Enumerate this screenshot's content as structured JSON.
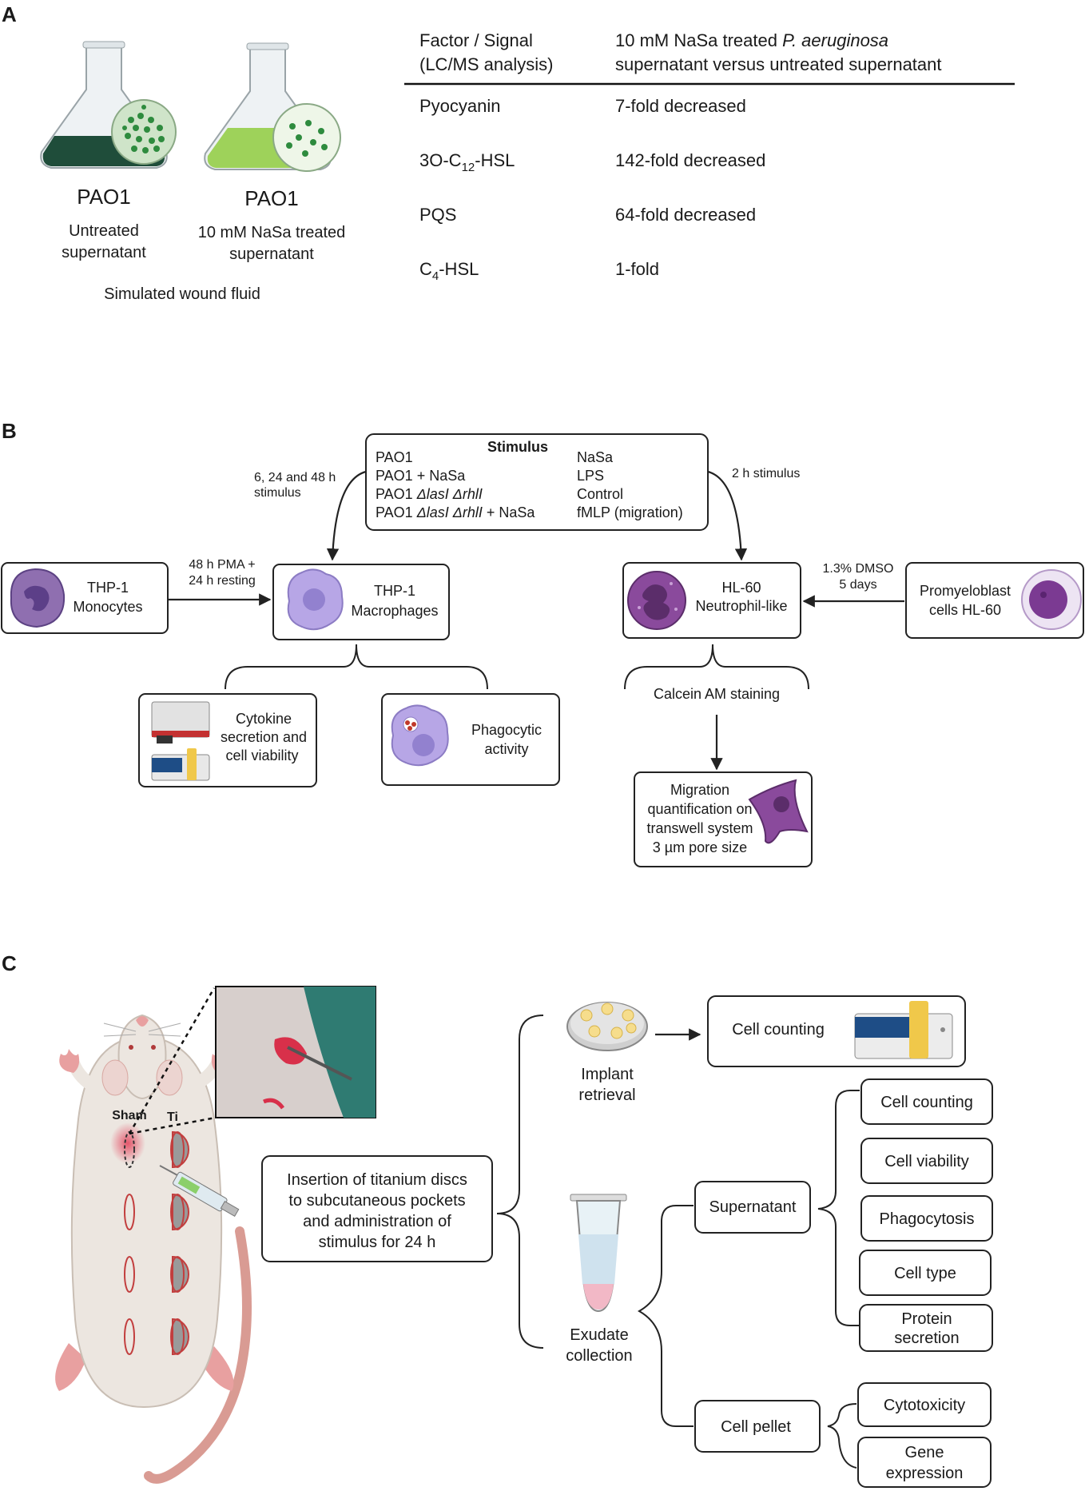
{
  "panels": {
    "a": "A",
    "b": "B",
    "c": "C"
  },
  "panel_a": {
    "flask1": {
      "label": "PAO1",
      "line1": "Untreated",
      "line2": "supernatant"
    },
    "flask2": {
      "label": "PAO1",
      "line1": "10 mM NaSa treated",
      "line2": "supernatant"
    },
    "footer": "Simulated wound fluid",
    "table": {
      "col1_line1": "Factor / Signal",
      "col1_line2": "(LC/MS analysis)",
      "col2_line1_a": "10 mM NaSa treated ",
      "col2_line1_b": "P. aeruginosa",
      "col2_line2": "supernatant versus untreated supernatant",
      "rows": [
        {
          "factor": "Pyocyanin",
          "value": "7-fold decreased"
        },
        {
          "factor_a": "3O-C",
          "factor_sub": "12",
          "factor_b": "-HSL",
          "value": "142-fold decreased"
        },
        {
          "factor": "PQS",
          "value": "64-fold decreased"
        },
        {
          "factor_a": "C",
          "factor_sub": "4",
          "factor_b": "-HSL",
          "value": "1-fold"
        }
      ]
    }
  },
  "panel_b": {
    "stimulus": {
      "title": "Stimulus",
      "left": [
        {
          "a": "PAO1",
          "i": "",
          "b": ""
        },
        {
          "a": "PAO1 + NaSa",
          "i": "",
          "b": ""
        },
        {
          "a": "PAO1 ",
          "i": "ΔlasI ΔrhlI",
          "b": ""
        },
        {
          "a": "PAO1 ",
          "i": "ΔlasI ΔrhlI",
          "b": " + NaSa"
        }
      ],
      "right": [
        "NaSa",
        "LPS",
        "Control",
        "fMLP (migration)"
      ]
    },
    "left_arrow_label": [
      "6, 24 and 48 h",
      "stimulus"
    ],
    "right_arrow_label": "2 h stimulus",
    "thp1_mono": [
      "THP-1",
      "Monocytes"
    ],
    "pma_label": [
      "48 h PMA  +",
      "24 h resting"
    ],
    "thp1_macro": [
      "THP-1",
      "Macrophages"
    ],
    "cytokine": [
      "Cytokine",
      "secretion and",
      "cell viability"
    ],
    "phago": [
      "Phagocytic",
      "activity"
    ],
    "hl60": [
      "HL-60",
      "Neutrophil-like"
    ],
    "dmso_label": [
      "1.3% DMSO",
      "5 days"
    ],
    "promyelo": [
      "Promyeloblast",
      "cells HL-60"
    ],
    "calcein": "Calcein AM staining",
    "migration": [
      "Migration",
      "quantification on",
      "transwell system",
      "3 µm pore size"
    ]
  },
  "panel_c": {
    "sham": "Sham",
    "ti": "Ti",
    "insertion": [
      "Insertion of titanium discs",
      "to subcutaneous pockets",
      "and administration of",
      "stimulus for 24 h"
    ],
    "implant": [
      "Implant",
      "retrieval"
    ],
    "cell_counting_top": "Cell counting",
    "exudate": [
      "Exudate",
      "collection"
    ],
    "supernatant": "Supernatant",
    "cell_pellet": "Cell pellet",
    "sup_items": [
      "Cell counting",
      "Cell viability",
      "Phagocytosis",
      "Cell type",
      [
        "Protein",
        "secretion"
      ]
    ],
    "pellet_items": [
      "Cytotoxicity",
      [
        "Gene",
        "expression"
      ]
    ]
  },
  "colors": {
    "flask_dark": "#1f4d3a",
    "flask_light": "#9ed25a",
    "bacteria": "#2e8b3e",
    "thp1": "#b7a6e6",
    "neutrophil": "#7a3b8f",
    "rat": "#ece6e0",
    "rat_pink": "#e8a0a0",
    "photo_bg": "#d7cfcc",
    "photo_drape": "#2f7b72",
    "wound": "#d8304a"
  }
}
